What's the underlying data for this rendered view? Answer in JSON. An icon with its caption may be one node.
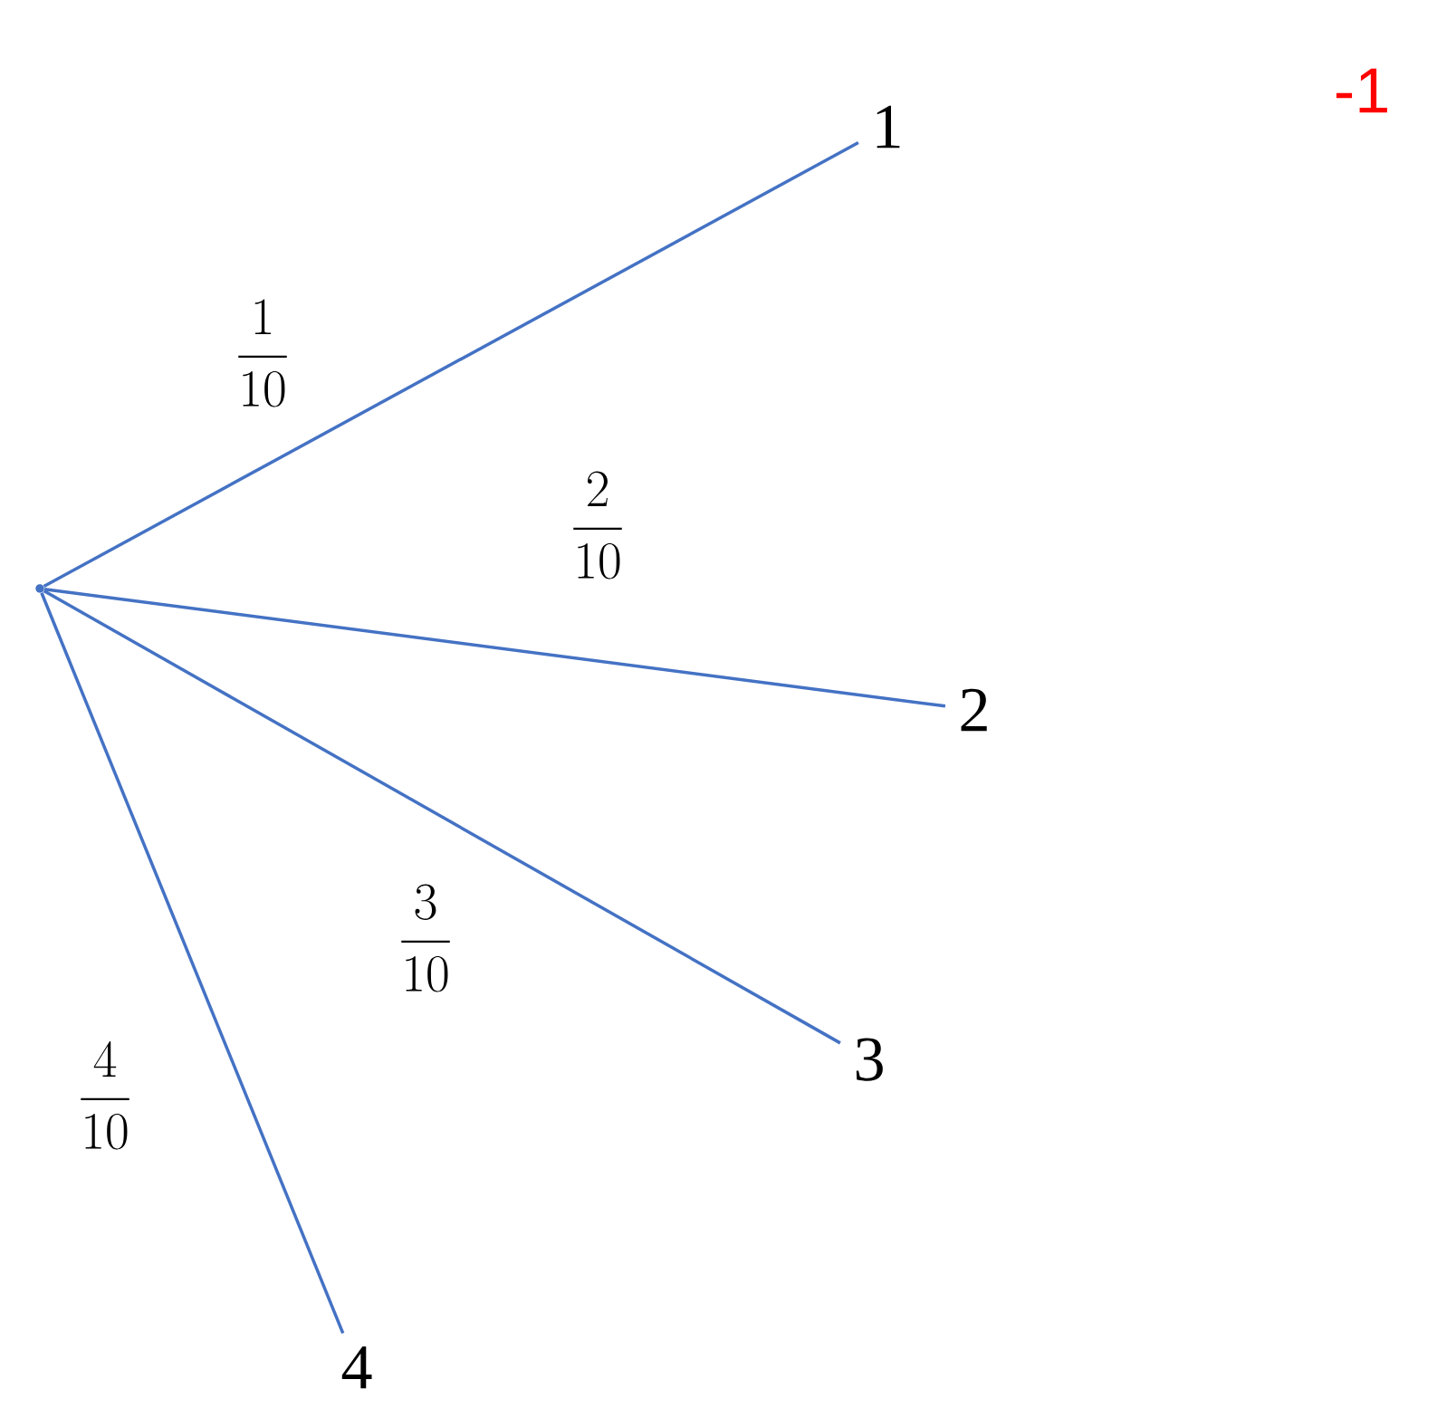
{
  "diagram": {
    "nodes": [
      {
        "text": [],
        "shape": "point"
      },
      {
        "text": [
          "1"
        ]
      },
      {
        "text": [
          "2"
        ]
      },
      {
        "text": [
          "3"
        ]
      },
      {
        "text": [
          "4"
        ]
      }
    ],
    "edges": [
      {
        "from": 0,
        "to": 1,
        "arrow": "none",
        "label": "\\frac{1}{10}"
      },
      {
        "from": 0,
        "to": 2,
        "arrow": "none",
        "label": "\\frac{2}{10}"
      },
      {
        "from": 0,
        "to": 3,
        "arrow": "none",
        "label": "\\frac{3}{10}"
      },
      {
        "from": 0,
        "to": 4,
        "arrow": "none",
        "label": "\\frac{4}{10}"
      }
    ],
    "labels": [
      "-1"
    ]
  }
}
